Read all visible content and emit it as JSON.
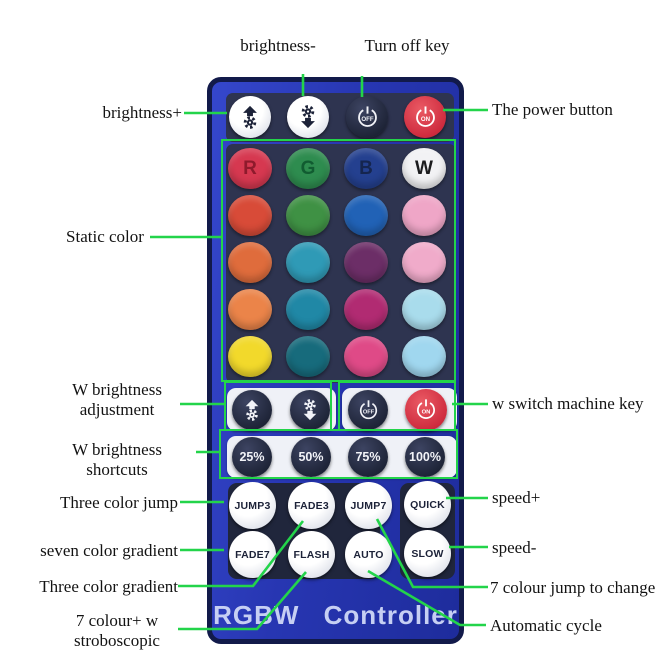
{
  "colors": {
    "annotation_green": "#23d44a",
    "body_blue": "#2736b2",
    "on_red": "#cf2c3f",
    "brand_text": "#c6cff3"
  },
  "labels": {
    "brightness_plus": "brightness+",
    "brightness_minus": "brightness-",
    "turn_off_key": "Turn off key",
    "power_button": "The power button",
    "static_color": "Static color",
    "w_brightness_adjustment": "W brightness adjustment",
    "w_brightness_shortcuts": "W brightness shortcuts",
    "three_color_jump": "Three color jump",
    "seven_color_gradient": "seven color gradient",
    "three_color_gradient": "Three color gradient",
    "seven_colour_stroboscopic": "7 colour+ w stroboscopic",
    "w_switch_machine_key": "w switch machine key",
    "speed_plus": "speed+",
    "speed_minus": "speed-",
    "seven_colour_jump_to_change": "7 colour jump to change",
    "automatic_cycle": "Automatic cycle"
  },
  "remote": {
    "brand": "RGBW Controller",
    "top_row": {
      "off_label": "OFF",
      "on_label": "ON"
    },
    "w_switch_row": {
      "off_label": "OFF",
      "on_label": "ON"
    },
    "color_grid": {
      "cells": [
        {
          "label": "R",
          "bg": "#d63850",
          "fg": "#8e1a2c"
        },
        {
          "label": "G",
          "bg": "#2e8c4f",
          "fg": "#115c31"
        },
        {
          "label": "B",
          "bg": "#24408f",
          "fg": "#15254f"
        },
        {
          "label": "W",
          "bg": "#f2f2f4",
          "fg": "#1c1c1e"
        },
        {
          "bg": "#d84b38"
        },
        {
          "bg": "#3f9144"
        },
        {
          "bg": "#2162b6"
        },
        {
          "bg": "#efa6c7"
        },
        {
          "bg": "#df6c3c"
        },
        {
          "bg": "#2f9ab6"
        },
        {
          "bg": "#6c2e67"
        },
        {
          "bg": "#f0abca"
        },
        {
          "bg": "#eb8449"
        },
        {
          "bg": "#2088a6"
        },
        {
          "bg": "#b12b72"
        },
        {
          "bg": "#a9dcec"
        },
        {
          "bg": "#f2d92b"
        },
        {
          "bg": "#176b7c"
        },
        {
          "bg": "#df4a87"
        },
        {
          "bg": "#a0d7ef"
        }
      ]
    },
    "shortcut_buttons": [
      {
        "label": "25%"
      },
      {
        "label": "50%"
      },
      {
        "label": "75%"
      },
      {
        "label": "100%"
      }
    ],
    "mode_buttons": [
      {
        "label": "JUMP3"
      },
      {
        "label": "FADE3"
      },
      {
        "label": "JUMP7"
      },
      {
        "label": "QUICK"
      },
      {
        "label": "FADE7"
      },
      {
        "label": "FLASH"
      },
      {
        "label": "AUTO"
      },
      {
        "label": "SLOW"
      }
    ]
  }
}
